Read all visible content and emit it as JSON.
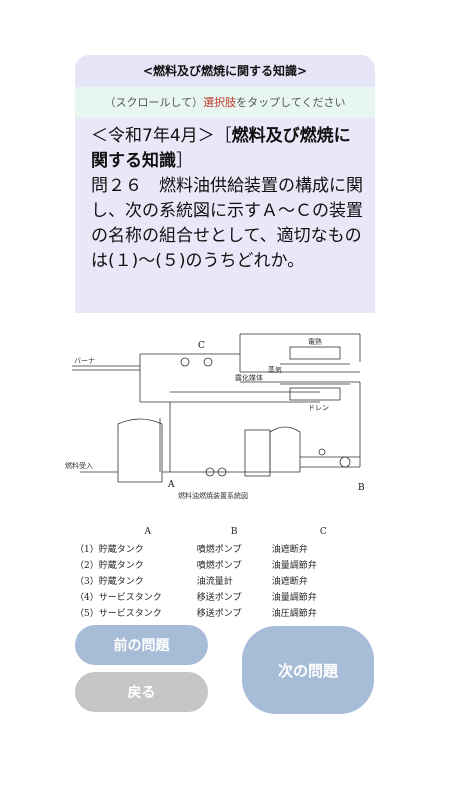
{
  "header": {
    "title": "<燃料及び燃焼に関する知識>"
  },
  "hint": {
    "prefix": "（スクロールして）",
    "highlight": "選択肢",
    "suffix": "をタップしてください"
  },
  "question": {
    "head_plain": "＜令和7年4月＞［",
    "head_bold": "燃料及び燃焼に関する知識",
    "head_close": "］",
    "body": "問２６　燃料油供給装置の構成に関し、次の系統図に示すＡ～Ｃの装置の名称の組合せとして、適切なものは(１)～(５)のうちどれか。"
  },
  "diagram": {
    "caption": "燃料油燃焼装置系統図",
    "labels": {
      "burner": "バーナ",
      "steam_label": "蒸気",
      "drain": "ドレン",
      "heat_medium": "露化媒体",
      "fuel_receiving": "燃料受入",
      "a": "A",
      "b": "B",
      "c": "C",
      "boiler_label": "電熱"
    }
  },
  "choices": {
    "columns": [
      "A",
      "B",
      "C"
    ],
    "rows": [
      {
        "num": "（1）",
        "a": "貯蔵タンク",
        "b": "噴燃ポンプ",
        "c": "油遮断弁"
      },
      {
        "num": "（2）",
        "a": "貯蔵タンク",
        "b": "噴燃ポンプ",
        "c": "油量調節弁"
      },
      {
        "num": "（3）",
        "a": "貯蔵タンク",
        "b": "油流量計",
        "c": "油遮断弁"
      },
      {
        "num": "（4）",
        "a": "サービスタンク",
        "b": "移送ポンプ",
        "c": "油量調節弁"
      },
      {
        "num": "（5）",
        "a": "サービスタンク",
        "b": "移送ポンプ",
        "c": "油圧調節弁"
      }
    ]
  },
  "buttons": {
    "prev": "前の問題",
    "back": "戻る",
    "next": "次の問題"
  }
}
